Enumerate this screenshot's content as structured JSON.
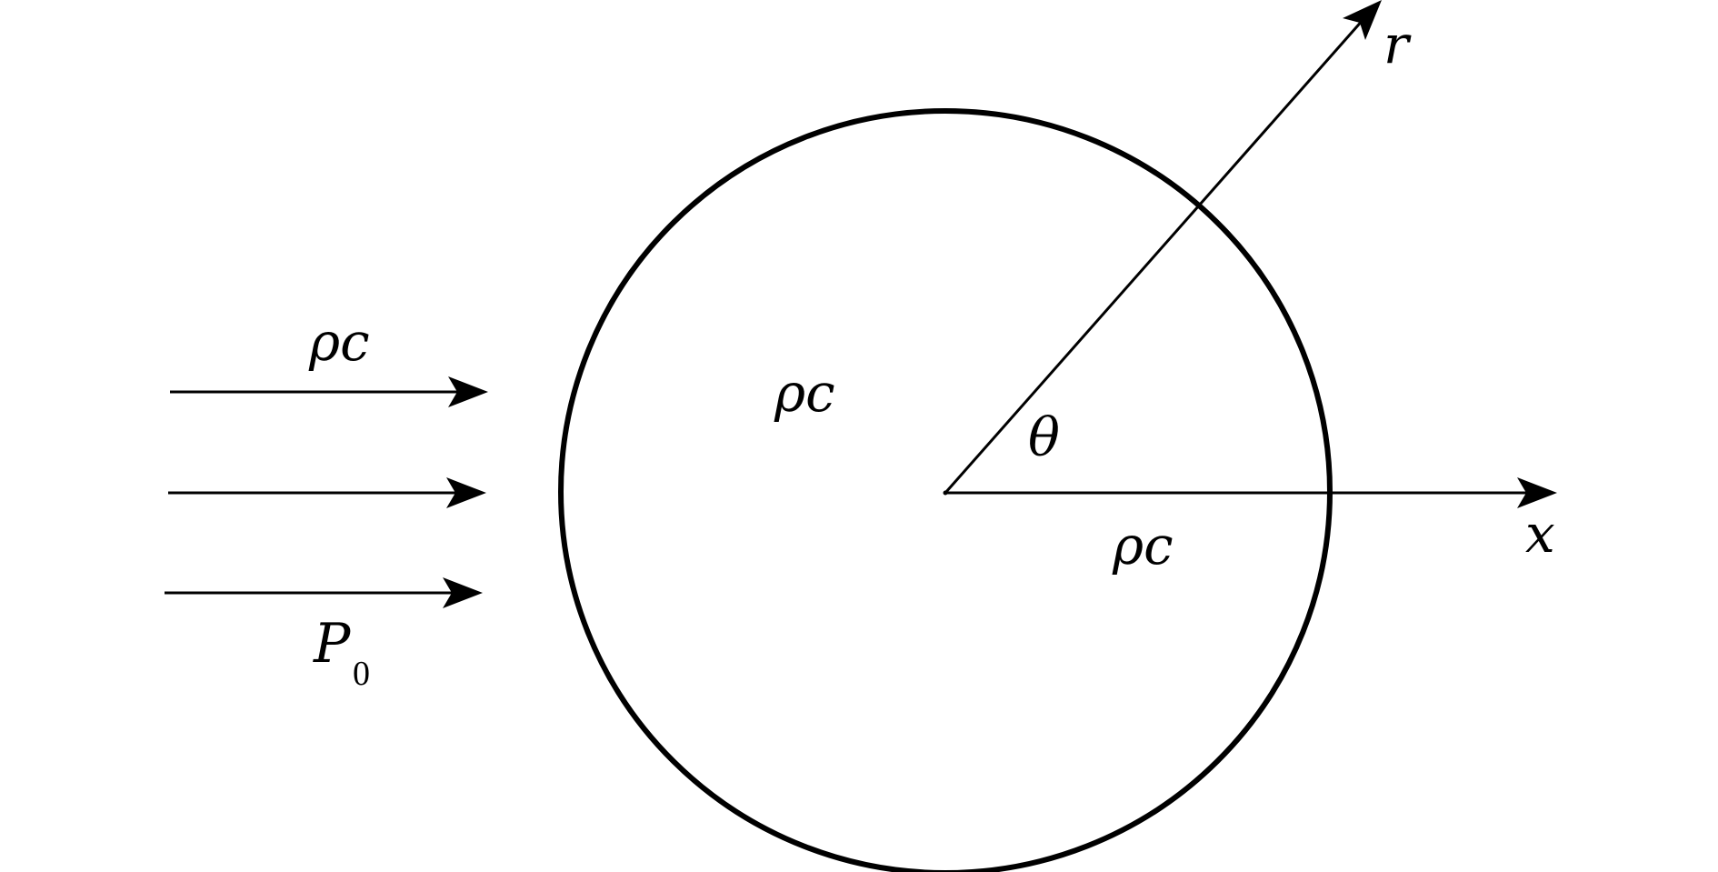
{
  "labels": {
    "incident_medium": "ρc",
    "sphere_interior": "ρc",
    "lower_medium": "ρc",
    "incident_pressure_symbol": "P",
    "incident_pressure_subscript": "0",
    "angle": "θ",
    "radial_axis": "r",
    "x_axis": "x"
  },
  "colors": {
    "stroke": "#000000",
    "background": "#ffffff"
  }
}
